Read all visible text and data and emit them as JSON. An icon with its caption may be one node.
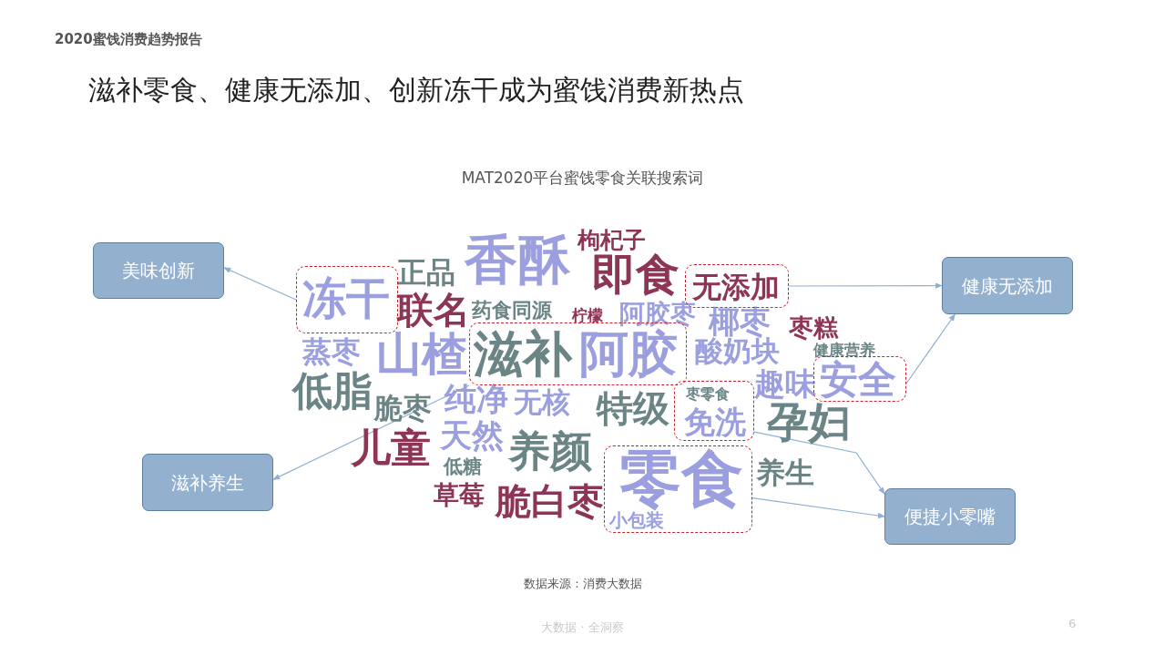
{
  "diagram": {
    "title": "滋补零食、健康无添加、创新冻干成为蜜饯消费新热点",
    "nodes": [
      {
        "text": [
          "美味创新"
        ]
      },
      {
        "text": [
          "冻干"
        ]
      },
      {
        "text": [
          "无添加"
        ]
      },
      {
        "text": [
          "健康无添加"
        ]
      },
      {
        "text": [
          "滋补",
          "阿胶"
        ]
      },
      {
        "text": [
          "安全"
        ]
      },
      {
        "text": [
          "滋补养生"
        ]
      },
      {
        "text": [
          "枣零食",
          "免洗"
        ]
      },
      {
        "text": [
          "零食",
          "小包装"
        ]
      },
      {
        "text": [
          "便捷小零嘴"
        ]
      }
    ],
    "edges": [
      {
        "from": 1,
        "to": 0,
        "arrow": "to"
      },
      {
        "from": 2,
        "to": 3,
        "arrow": "to"
      },
      {
        "from": 5,
        "to": 3,
        "arrow": "to"
      },
      {
        "from": 4,
        "to": 6,
        "arrow": "to"
      },
      {
        "from": 7,
        "to": 9,
        "arrow": "to"
      },
      {
        "from": 8,
        "to": 9,
        "arrow": "to"
      }
    ],
    "labels": [
      "2020蜜饯消费趋势报告",
      "MAT2020平台蜜饯零食关联搜索词",
      "正品",
      "香酥",
      "枸杞子",
      "即食",
      "联名",
      "药食同源",
      "柠檬",
      "阿胶枣",
      "椰枣",
      "枣糕",
      "蒸枣",
      "山楂",
      "酸奶块",
      "健康营养",
      "低脂",
      "脆枣",
      "纯净",
      "无核",
      "特级",
      "趣味",
      "孕妇",
      "儿童",
      "天然",
      "养颜",
      "养生",
      "低糖",
      "草莓",
      "脆白枣",
      "数据来源：消费大数据",
      "大数据 · 全洞察",
      "6"
    ]
  }
}
